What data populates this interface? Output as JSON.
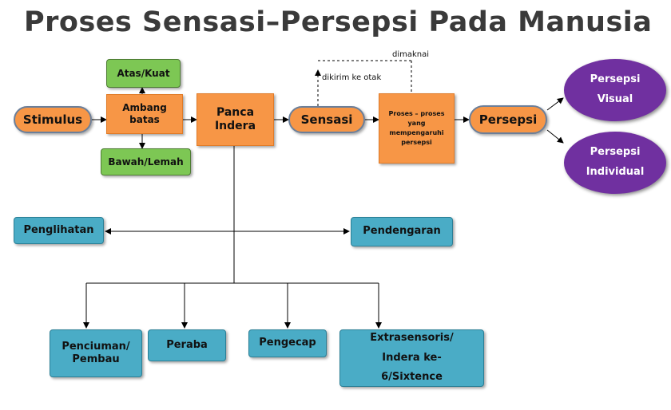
{
  "title": "Proses Sensasi–Persepsi Pada Manusia",
  "nodes": {
    "stimulus": "Stimulus",
    "ambang_batas": "Ambang batas",
    "atas_kuat": "Atas/Kuat",
    "bawah_lemah": "Bawah/Lemah",
    "panca_indera": "Panca Indera",
    "sensasi": "Sensasi",
    "proses": "Proses – proses yang mempengaruhi persepsi",
    "persepsi": "Persepsi",
    "persepsi_visual": "Persepsi Visual",
    "persepsi_individual": "Persepsi Individual",
    "penglihatan": "Penglihatan",
    "pendengaran": "Pendengaran",
    "penciuman": "Penciuman/ Pembau",
    "peraba": "Peraba",
    "pengecap": "Pengecap",
    "extrasensoris": "Extrasensoris/ Indera ke-6/Sixtence"
  },
  "notes": {
    "dimaknai": "dimaknai",
    "dikirim": "dikirim ke otak"
  },
  "colors": {
    "orange": "#f79646",
    "green": "#7dc754",
    "teal": "#4aacc6",
    "purple": "#7030a0"
  }
}
